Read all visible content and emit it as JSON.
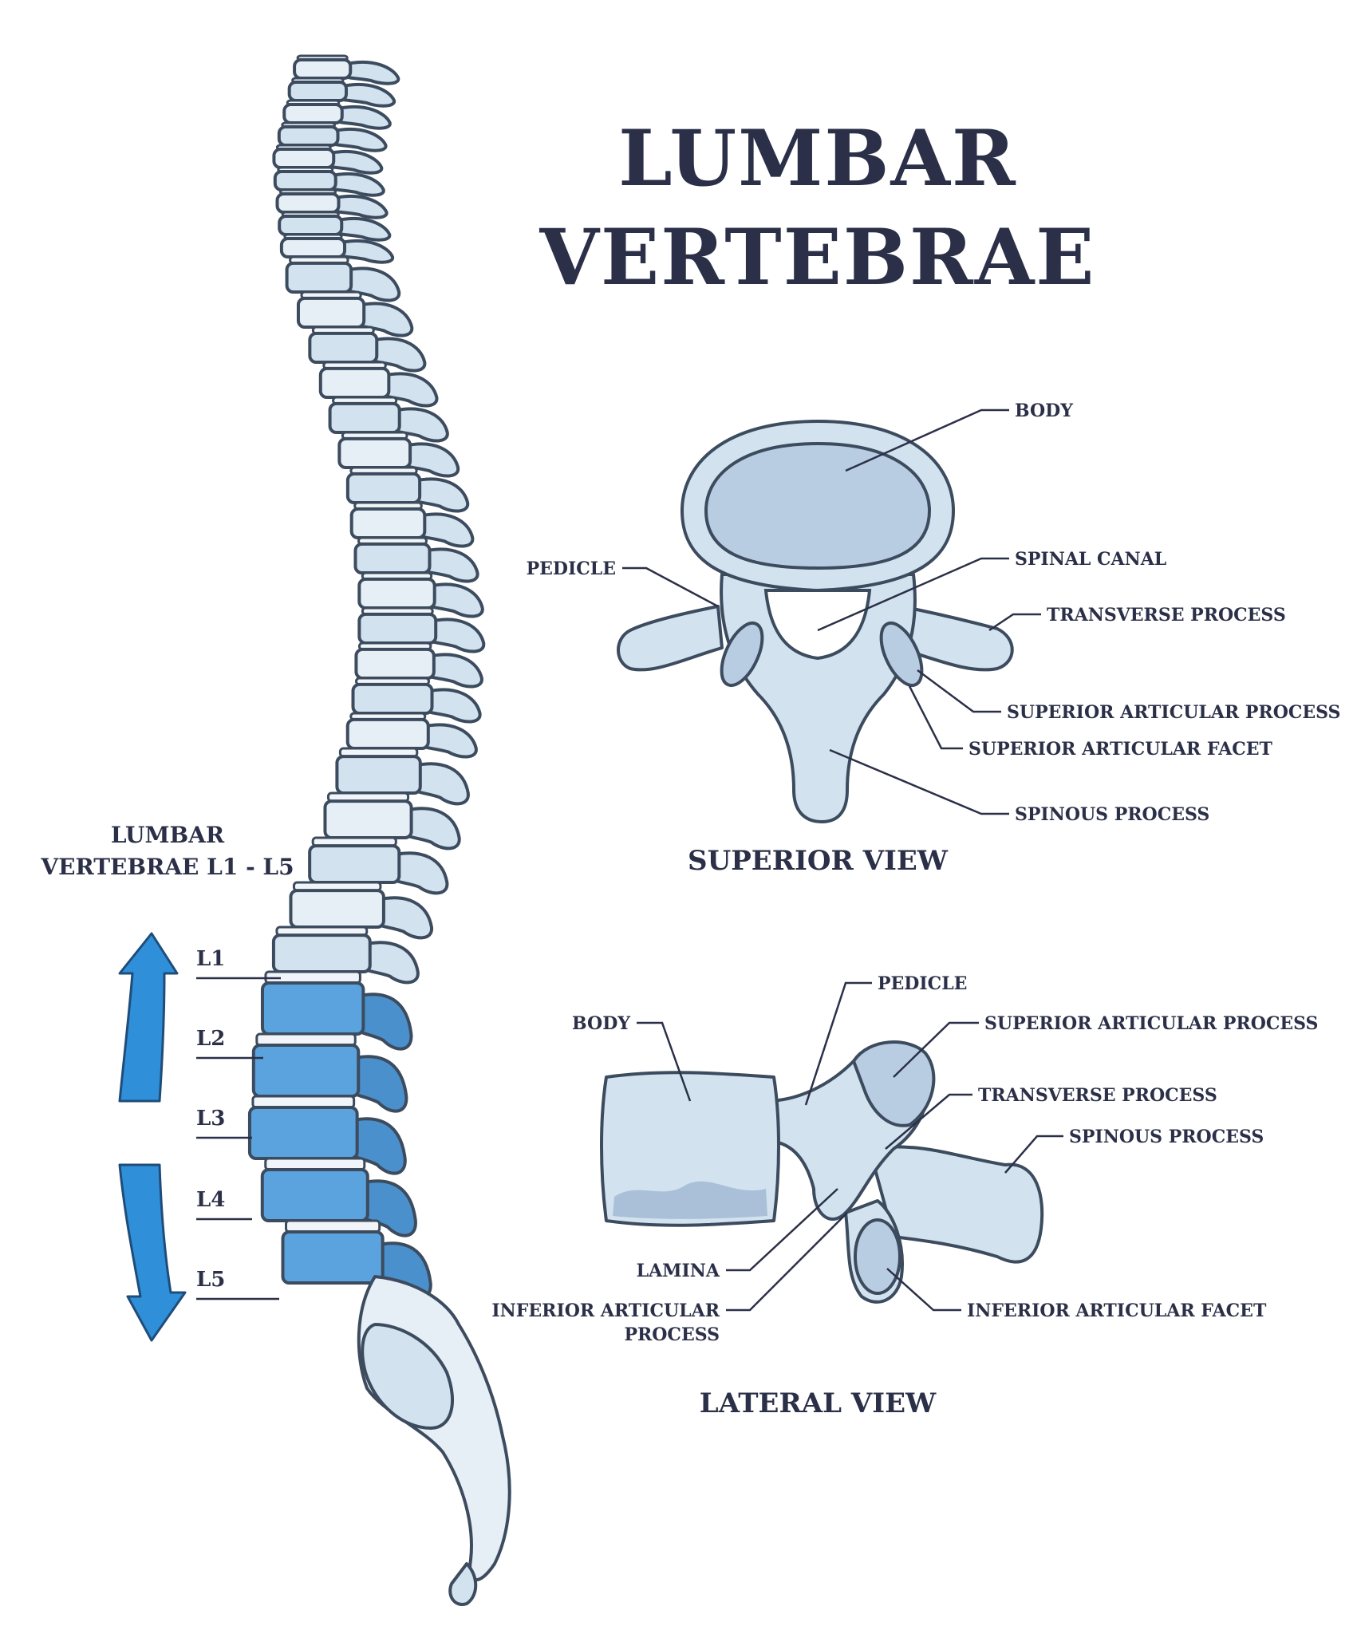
{
  "title": {
    "line1": "LUMBAR",
    "line2": "VERTEBRAE"
  },
  "side_label": {
    "line1": "LUMBAR",
    "line2": "VERTEBRAE L1 - L5"
  },
  "levels": [
    "L1",
    "L2",
    "L3",
    "L4",
    "L5"
  ],
  "superior_view": {
    "caption": "SUPERIOR VIEW",
    "labels": {
      "body": "BODY",
      "pedicle": "PEDICLE",
      "spinal_canal": "SPINAL CANAL",
      "transverse_process": "TRANSVERSE PROCESS",
      "superior_articular_process": "SUPERIOR ARTICULAR PROCESS",
      "superior_articular_facet": "SUPERIOR ARTICULAR FACET",
      "spinous_process": "SPINOUS PROCESS"
    }
  },
  "lateral_view": {
    "caption": "LATERAL VIEW",
    "labels": {
      "pedicle": "PEDICLE",
      "body": "BODY",
      "superior_articular_process": "SUPERIOR ARTICULAR PROCESS",
      "transverse_process": "TRANSVERSE PROCESS",
      "spinous_process": "SPINOUS PROCESS",
      "lamina": "LAMINA",
      "inferior_articular_process_1": "INFERIOR ARTICULAR",
      "inferior_articular_process_2": "PROCESS",
      "inferior_articular_facet": "INFERIOR ARTICULAR FACET"
    }
  },
  "colors": {
    "bone": "#d2e2ef",
    "highlight": "#5aa3de",
    "outline": "#3c4b5e",
    "text": "#2b3048",
    "arrow": "#2f8fd8"
  }
}
